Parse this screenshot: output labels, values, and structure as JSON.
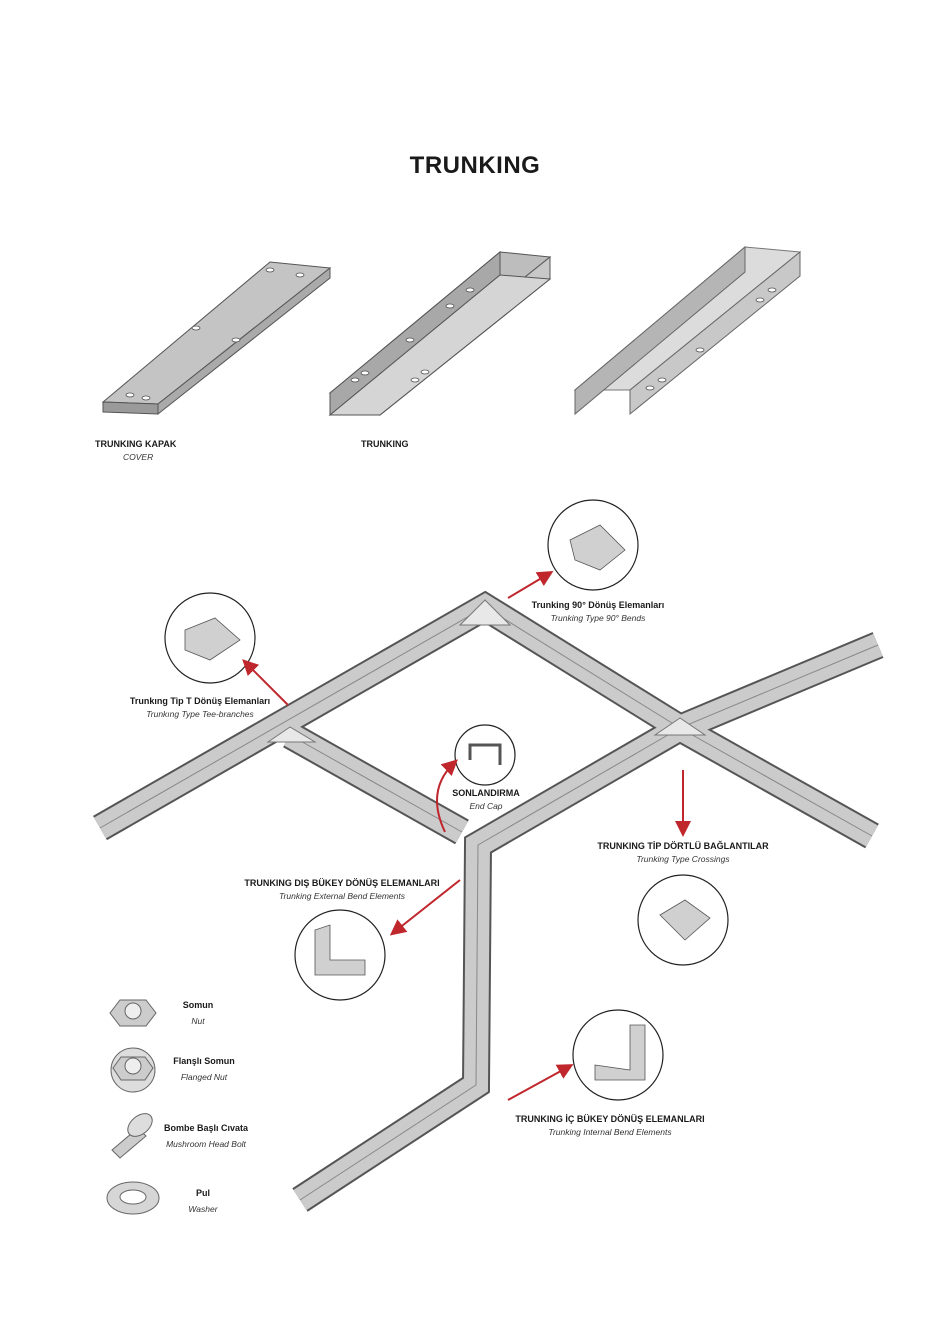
{
  "title": "TRUNKING",
  "products": [
    {
      "name": "TRUNKING KAPAK",
      "subtitle": "COVER"
    },
    {
      "name": "TRUNKING"
    }
  ],
  "components": {
    "bend90": {
      "name": "Trunking 90° Dönüş Elemanları",
      "subtitle": "Trunking Type 90° Bends"
    },
    "tee": {
      "name": "Trunkıng Tip T Dönüş Elemanları",
      "subtitle": "Trunkıng Type Tee-branches"
    },
    "endcap": {
      "name": "SONLANDIRMA",
      "subtitle": "End Cap"
    },
    "crossing": {
      "name": "TRUNKING TİP DÖRTLÜ BAĞLANTILAR",
      "subtitle": "Trunking Type Crossings"
    },
    "external": {
      "name": "TRUNKING DIŞ BÜKEY DÖNÜŞ ELEMANLARI",
      "subtitle": "Trunking External Bend Elements"
    },
    "internal": {
      "name": "TRUNKING İÇ BÜKEY DÖNÜŞ ELEMANLARI",
      "subtitle": "Trunking Internal Bend Elements"
    }
  },
  "hardware": [
    {
      "name": "Somun",
      "subtitle": "Nut"
    },
    {
      "name": "Flanşlı Somun",
      "subtitle": "Flanged Nut"
    },
    {
      "name": "Bombe Başlı Cıvata",
      "subtitle": "Mushroom Head Bolt"
    },
    {
      "name": "Pul",
      "subtitle": "Washer"
    }
  ],
  "colors": {
    "arrow": "#c0272d",
    "metal": "#c9c9c9",
    "outline": "#555555"
  }
}
